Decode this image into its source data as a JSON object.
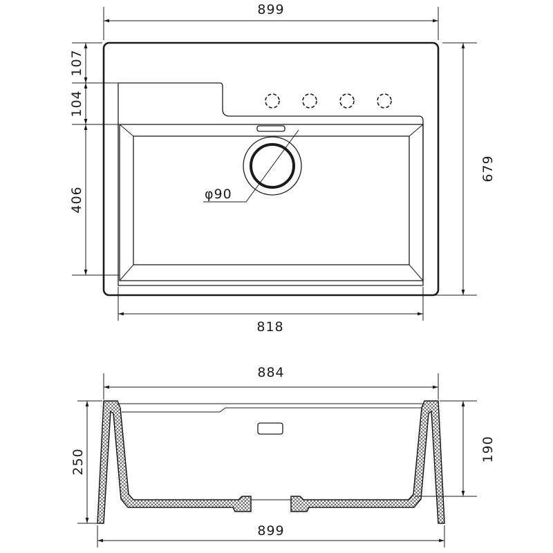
{
  "top_view": {
    "overall_width": "899",
    "overall_depth": "679",
    "back_ledge": "107",
    "tap_deck": "104",
    "bowl_depth": "406",
    "bowl_width": "818",
    "drain_diameter": "φ90"
  },
  "section_view": {
    "top_width": "884",
    "base_width": "899",
    "total_height": "250",
    "bowl_height": "190"
  },
  "colors": {
    "line": "#1a1a1a",
    "background": "#ffffff"
  }
}
